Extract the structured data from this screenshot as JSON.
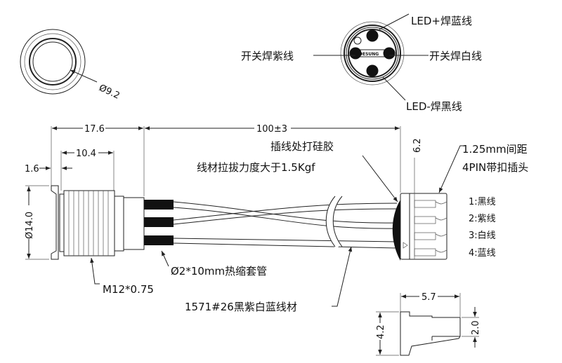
{
  "front_view": {
    "diameter_label": "Ø9.2"
  },
  "pin_face": {
    "brand": "DESUNG",
    "labels": {
      "top": "LED+焊蓝线",
      "left": "开关焊紫线",
      "right": "开关焊白线",
      "bottom": "LED-焊黑线"
    }
  },
  "side_view": {
    "dims": {
      "overall": "17.6",
      "cable_length": "100±3",
      "thread_length": "10.4",
      "flange": "1.6",
      "diameter": "Ø14.0",
      "connector_height": "6.2"
    },
    "notes": {
      "silicone": "插线处打硅胶",
      "pull_force": "线材拉拔力度大于1.5Kgf",
      "heat_shrink": "Ø2*10mm热缩套管",
      "thread": "M12*0.75",
      "cable": "1571#26黑紫白蓝线材",
      "connector_line1": "1.25mm间距",
      "connector_line2": "4PIN带扣插头"
    },
    "pins": [
      "1:黑线",
      "2:紫线",
      "3:白线",
      "4:蓝线"
    ]
  },
  "connector_side": {
    "width": "5.7",
    "height": "4.2",
    "opening": "2.0"
  }
}
